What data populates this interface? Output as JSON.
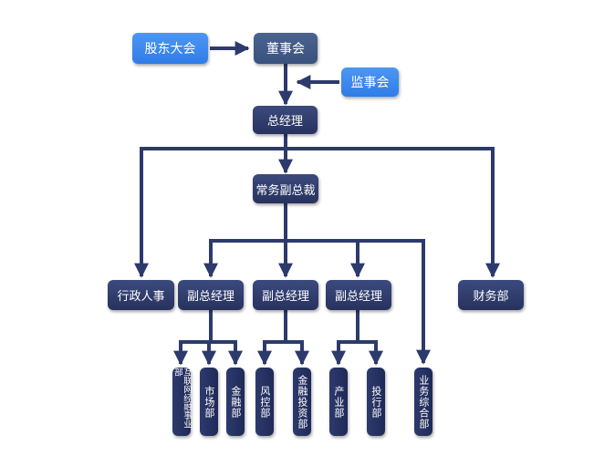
{
  "colors": {
    "connector": "#2d3a6c",
    "box_dark": "#27325e",
    "box_light_blue": "#2f7ce8",
    "box_mid": "#3a527d"
  },
  "nodes": {
    "shareholders_meeting": "股东大会",
    "board": "董事会",
    "supervisory_board": "监事会",
    "general_manager": "总经理",
    "executive_vp": "常务副总裁",
    "admin_hr": "行政人事",
    "vp1": "副总经理",
    "vp2": "副总经理",
    "vp3": "副总经理",
    "finance": "财务部",
    "internet_finance": "互联网经融事业部",
    "market": "市场部",
    "financial": "金融部",
    "risk_control": "风控部",
    "financial_investment": "金融投资部",
    "industry": "产业部",
    "investment_banking": "投行部",
    "business_integration": "业务综合部"
  }
}
